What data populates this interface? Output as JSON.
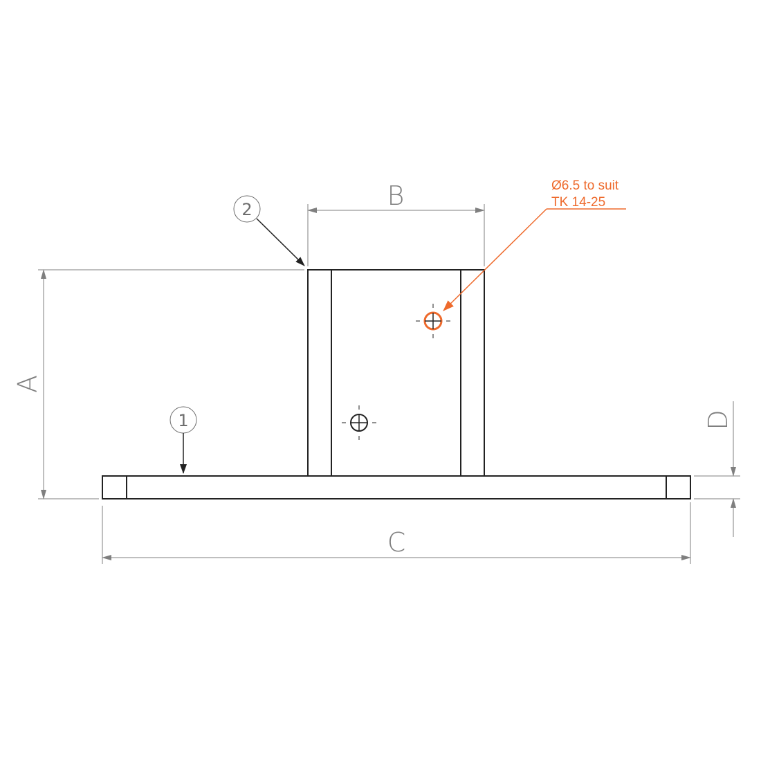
{
  "colors": {
    "outline": "#222222",
    "dimension": "#7f7f7f",
    "callout": "#ee6a2c"
  },
  "dimensions": {
    "a": "A",
    "b": "B",
    "c": "C",
    "d": "D"
  },
  "balloons": {
    "part_1": "1",
    "part_2": "2"
  },
  "callout": {
    "line1": "Ø6.5 to suit",
    "line2": "TK 14-25"
  }
}
